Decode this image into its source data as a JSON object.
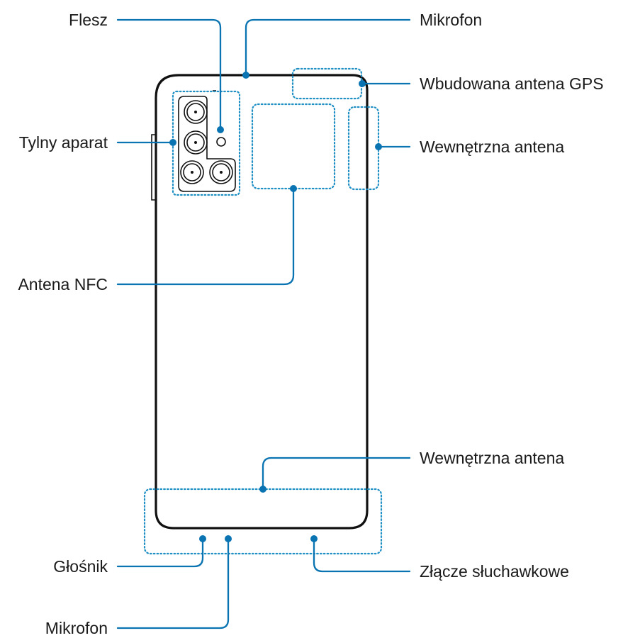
{
  "labels": {
    "flash": "Flesz",
    "top_microphone": "Mikrofon",
    "gps_antenna": "Wbudowana antena GPS",
    "rear_camera": "Tylny aparat",
    "internal_antenna_side": "Wewnętrzna antena",
    "nfc_antenna": "Antena NFC",
    "internal_antenna_bottom": "Wewnętrzna antena",
    "speaker": "Głośnik",
    "headset_jack": "Złącze słuchawkowe",
    "bottom_microphone": "Mikrofon"
  },
  "colors": {
    "leader_line": "#0a73b2",
    "antenna_dotted": "#1f8fc4",
    "device_outline": "#111111"
  }
}
